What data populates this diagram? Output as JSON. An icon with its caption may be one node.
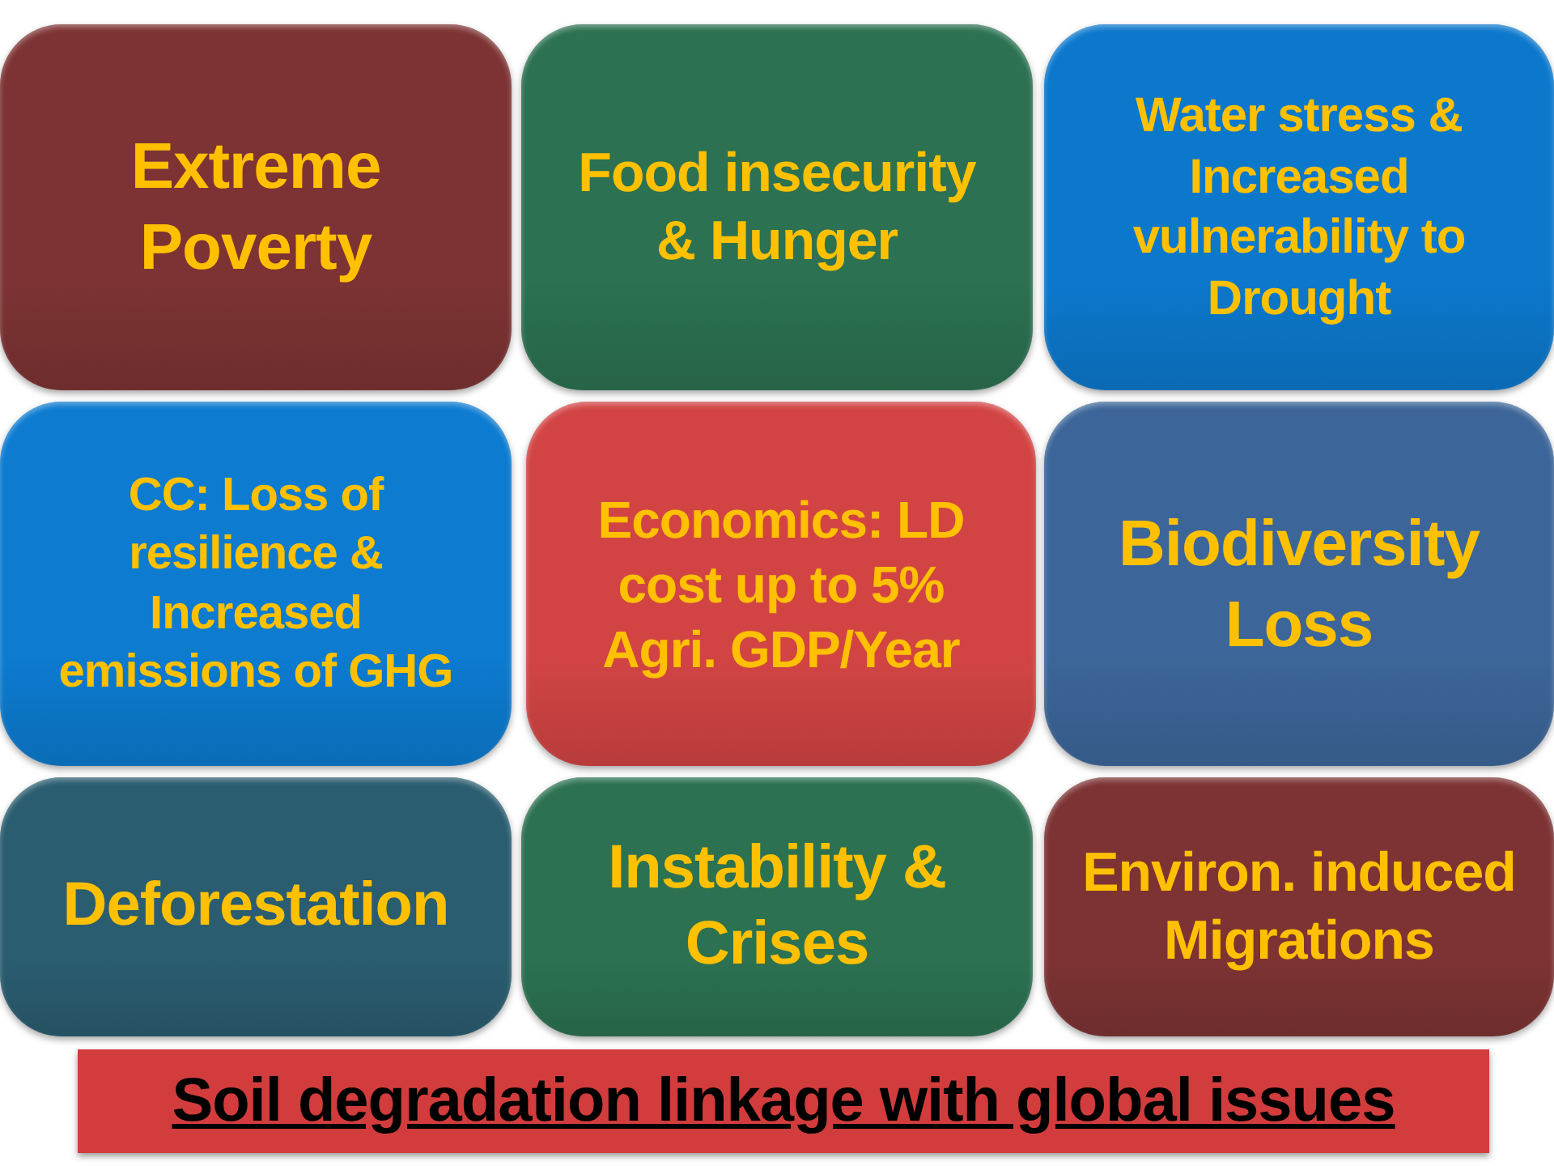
{
  "diagram": {
    "title": "Soil degradation linkage with global issues",
    "nodes": [
      {
        "text": [
          "Extreme Poverty"
        ]
      },
      {
        "text": [
          "Food insecurity & Hunger"
        ]
      },
      {
        "text": [
          "Water stress & Increased vulnerability to Drought"
        ]
      },
      {
        "text": [
          "CC: Loss of resilience & Increased emissions of GHG"
        ]
      },
      {
        "text": [
          "Economics: LD cost up to 5% Agri. GDP/Year"
        ]
      },
      {
        "text": [
          "Biodiversity Loss"
        ]
      },
      {
        "text": [
          "Deforestation"
        ]
      },
      {
        "text": [
          "Instability & Crises"
        ]
      },
      {
        "text": [
          "Environ. induced Migrations"
        ]
      }
    ]
  }
}
